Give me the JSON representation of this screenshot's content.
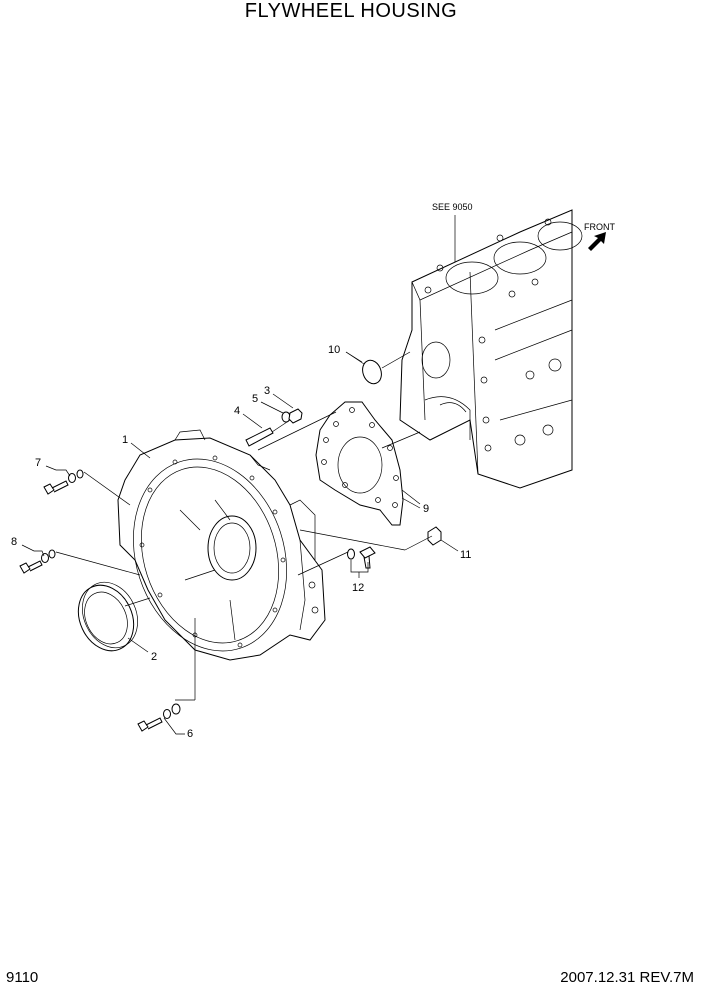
{
  "header": {
    "title": "FLYWHEEL HOUSING"
  },
  "footer": {
    "page_code": "9110",
    "revision": "2007.12.31  REV.7M"
  },
  "annotations": {
    "see_ref": "SEE 9050",
    "front_label": "FRONT"
  },
  "callouts": [
    "1",
    "2",
    "3",
    "4",
    "5",
    "6",
    "7",
    "8",
    "9",
    "10",
    "11",
    "12"
  ]
}
